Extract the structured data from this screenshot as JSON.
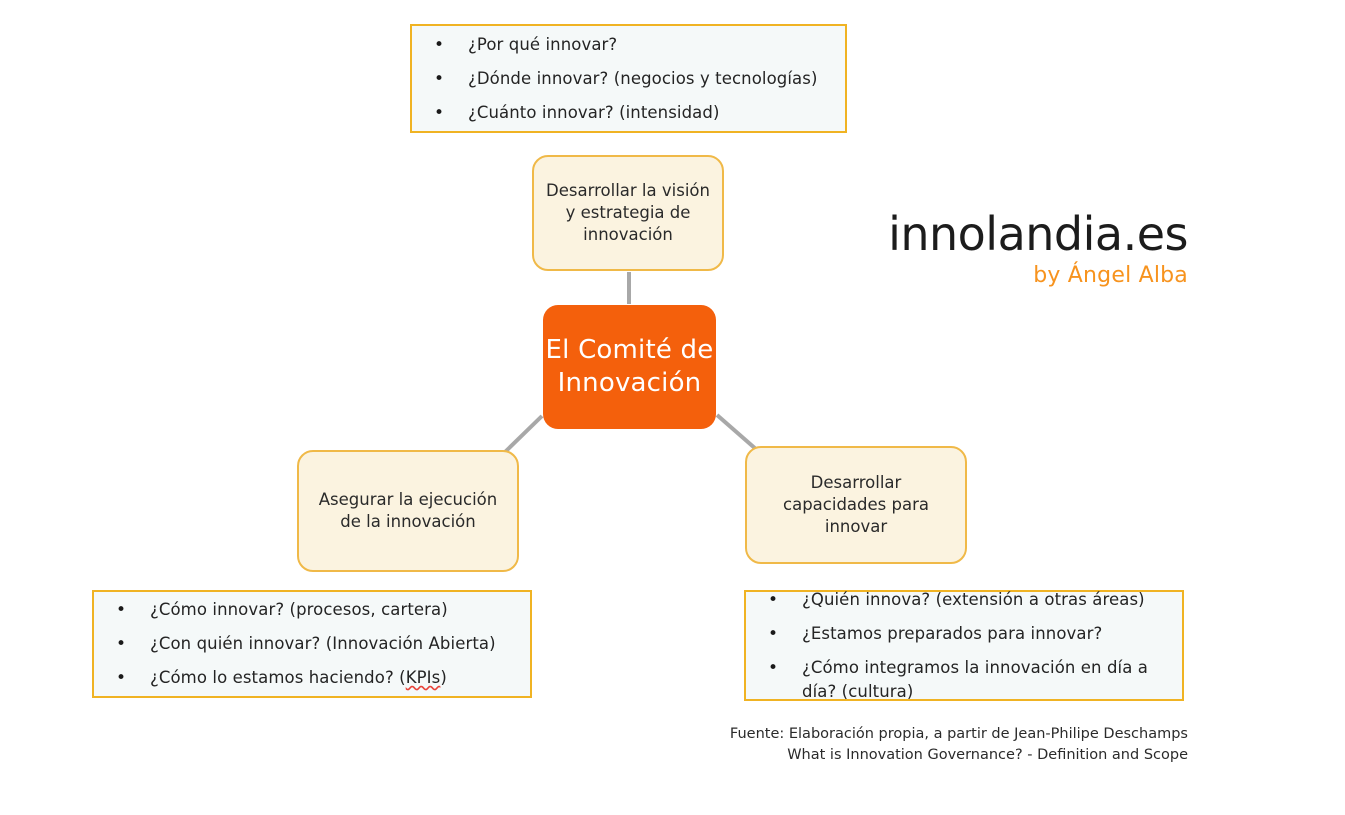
{
  "diagram": {
    "center_node": {
      "label": "El Comité de Innovación",
      "line1": "El Comité",
      "line2": "de",
      "line3": "Innovación",
      "fill_color": "#f4600c",
      "text_color": "#ffffff"
    },
    "branches": [
      {
        "id": "vision",
        "label": "Desarrollar la visión y estrategia de innovación",
        "position": "top"
      },
      {
        "id": "execution",
        "label": "Asegurar la ejecución de la innovación",
        "position": "bottom-left"
      },
      {
        "id": "capabilities",
        "label": "Desarrollar capacidades para innovar",
        "position": "bottom-right"
      }
    ],
    "bullet_boxes": [
      {
        "id": "top",
        "bullet_glyph": "•",
        "items": [
          {
            "text": "¿Por qué innovar?"
          },
          {
            "text": "¿Dónde innovar? (negocios y tecnologías)"
          },
          {
            "text": "¿Cuánto innovar? (intensidad)"
          }
        ]
      },
      {
        "id": "bottom-left",
        "bullet_glyph": "•",
        "items": [
          {
            "text": "¿Cómo innovar? (procesos, cartera)"
          },
          {
            "text": "¿Con quién innovar? (Innovación Abierta)"
          },
          {
            "text_before": "¿Cómo lo estamos haciendo? (",
            "misspelled": "KPIs",
            "text_after": ")"
          }
        ]
      },
      {
        "id": "bottom-right",
        "bullet_glyph": "•",
        "items": [
          {
            "text": "¿Quién innova? (extensión a otras áreas)"
          },
          {
            "text": "¿Estamos preparados para innovar?"
          },
          {
            "text": "¿Cómo integramos la innovación en día a día? (cultura)"
          }
        ]
      }
    ],
    "colors": {
      "accent_orange": "#f4600c",
      "brand_orange": "#f7931e",
      "box_border": "#f0b323",
      "box_fill": "#f5f9f9",
      "node_fill": "#fbf3e0",
      "node_border": "#f0b948",
      "connector_gray": "#a8a8a8"
    }
  },
  "brand": {
    "name": "innolandia.es",
    "byline": "by Ángel Alba"
  },
  "source": {
    "line1": "Fuente: Elaboración propia, a partir de Jean-Philipe Deschamps",
    "line2": "What is Innovation Governance? - Definition and Scope"
  }
}
